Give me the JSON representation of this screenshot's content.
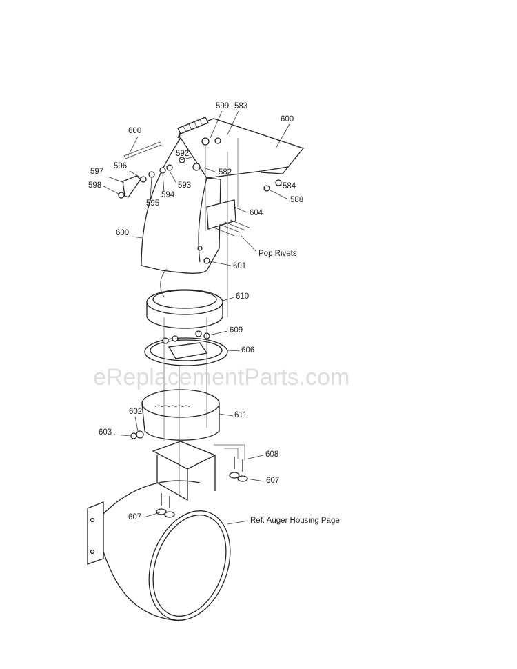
{
  "watermark": "eReplacementParts.com",
  "callouts": [
    {
      "text": "600"
    },
    {
      "text": "599"
    },
    {
      "text": "583"
    },
    {
      "text": "600"
    },
    {
      "text": "592"
    },
    {
      "text": "596"
    },
    {
      "text": "597"
    },
    {
      "text": "582"
    },
    {
      "text": "598"
    },
    {
      "text": "593"
    },
    {
      "text": "594"
    },
    {
      "text": "584"
    },
    {
      "text": "595"
    },
    {
      "text": "588"
    },
    {
      "text": "604"
    },
    {
      "text": "600"
    },
    {
      "text": "Pop Rivets"
    },
    {
      "text": "601"
    },
    {
      "text": "610"
    },
    {
      "text": "609"
    },
    {
      "text": "606"
    },
    {
      "text": "602"
    },
    {
      "text": "611"
    },
    {
      "text": "603"
    },
    {
      "text": "608"
    },
    {
      "text": "607"
    },
    {
      "text": "607"
    },
    {
      "text": "Ref. Auger Housing Page"
    }
  ]
}
